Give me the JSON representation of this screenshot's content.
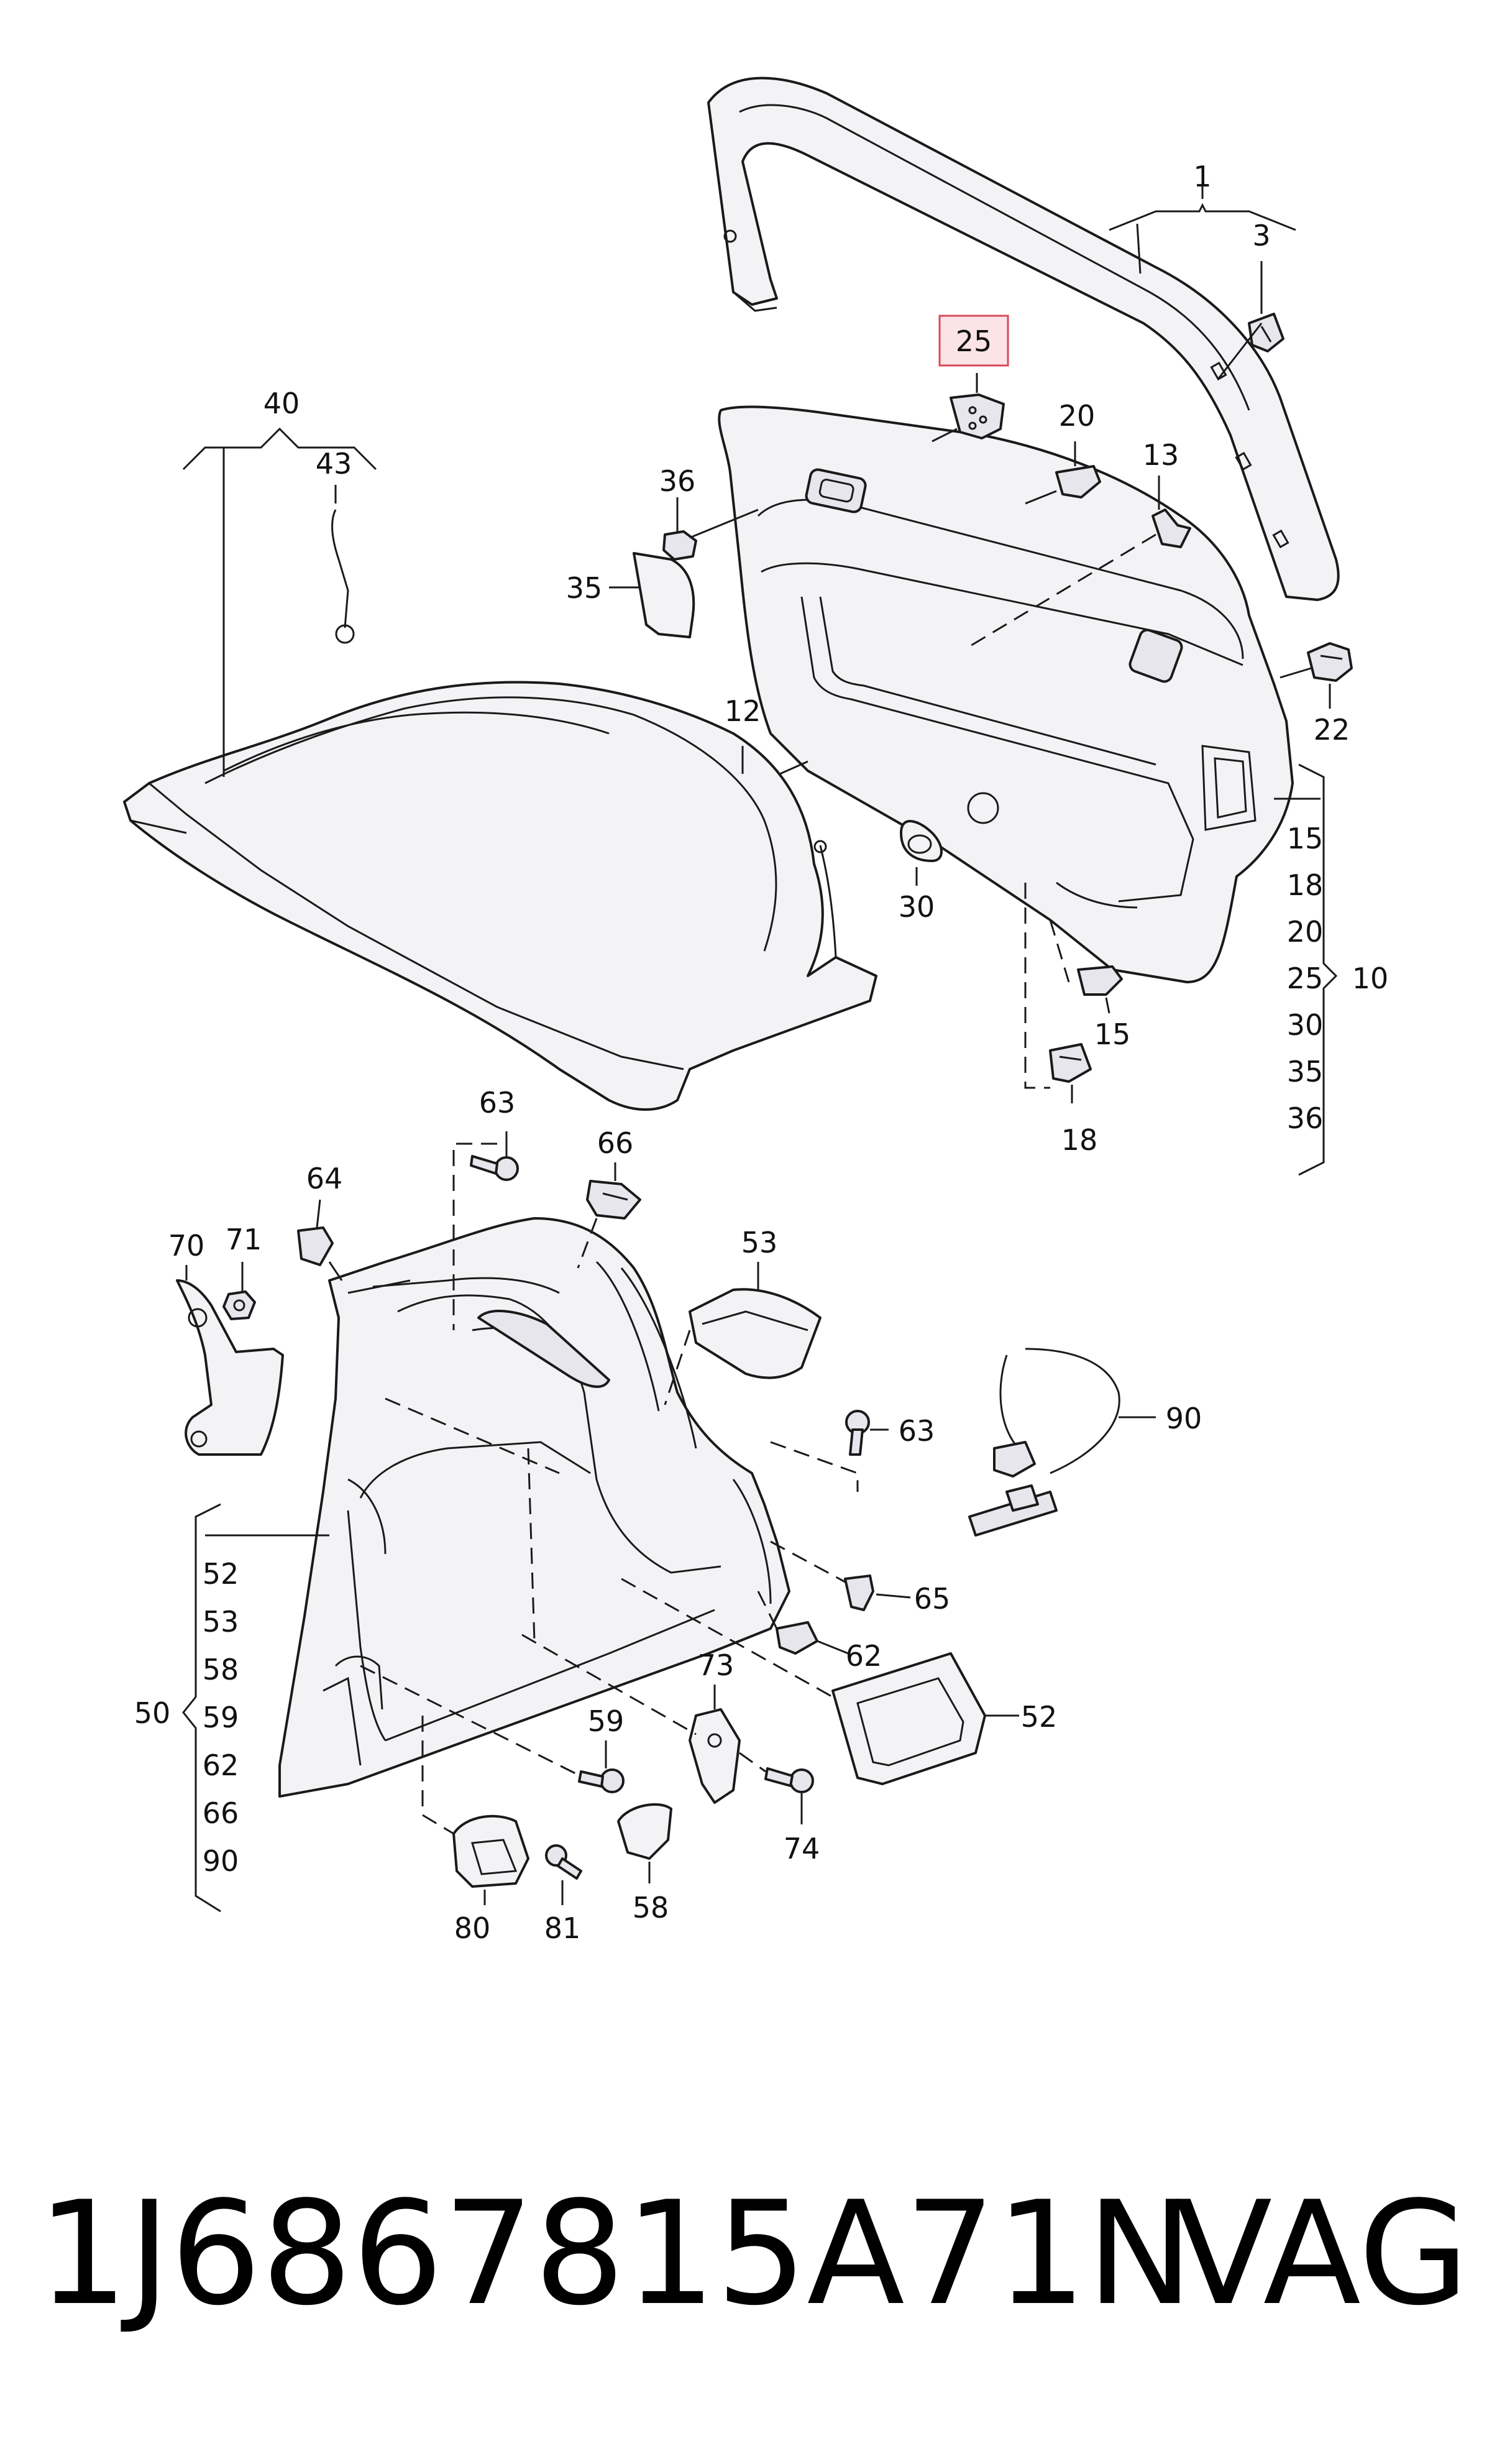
{
  "callouts": {
    "c1": "1",
    "c3": "3",
    "c25": "25",
    "c20": "20",
    "c13": "13",
    "c40": "40",
    "c43": "43",
    "c36": "36",
    "c35": "35",
    "c22": "22",
    "c12": "12",
    "c30": "30",
    "c15": "15",
    "c18": "18",
    "c10": "10",
    "c63a": "63",
    "c66": "66",
    "c64": "64",
    "c70": "70",
    "c71": "71",
    "c53": "53",
    "c63b": "63",
    "c90": "90",
    "c65": "65",
    "c62": "62",
    "c73": "73",
    "c52": "52",
    "c59": "59",
    "c74": "74",
    "c58": "58",
    "c80": "80",
    "c81": "81",
    "c50": "50"
  },
  "group10": [
    "15",
    "18",
    "20",
    "25",
    "30",
    "35",
    "36"
  ],
  "group50": [
    "52",
    "53",
    "58",
    "59",
    "62",
    "66",
    "90"
  ],
  "highlighted_part": "25",
  "footer": {
    "part_number": "1J6867815A71N",
    "brand": "VAG"
  }
}
